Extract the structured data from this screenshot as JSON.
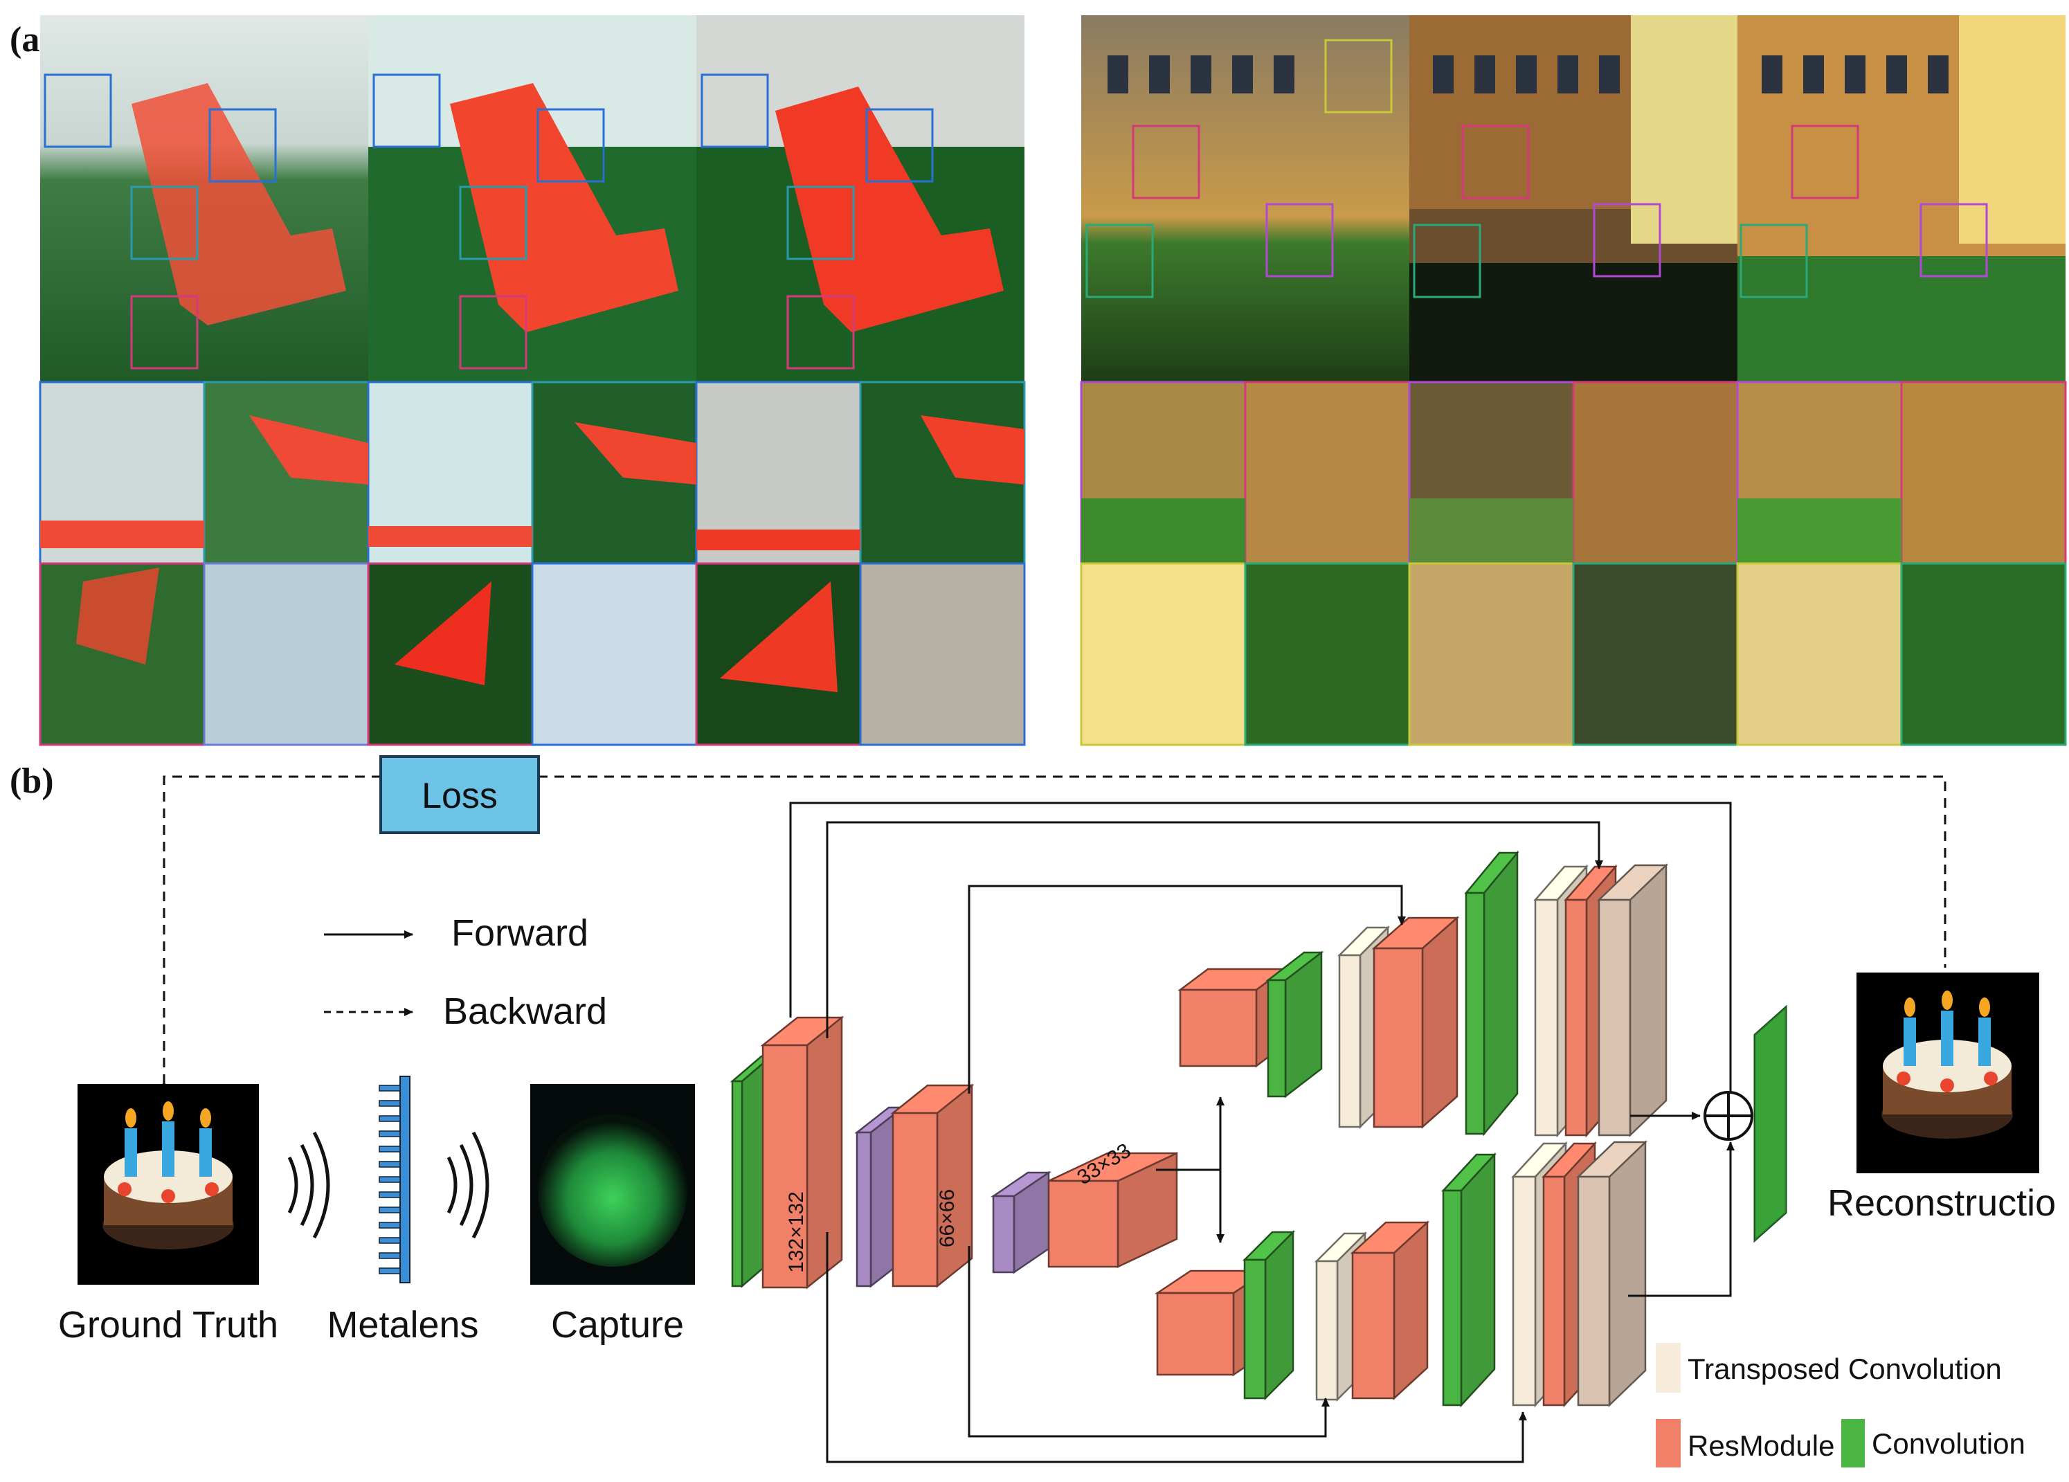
{
  "panel_labels": {
    "a": "(a)",
    "b": "(b)"
  },
  "legend": {
    "forward": "Forward",
    "backward": "Backward",
    "transposed_convolution": "Transposed Convolution",
    "resmodule": "ResModule",
    "convolution": "Convolution"
  },
  "pipeline": {
    "loss": "Loss",
    "ground_truth": "Ground Truth",
    "metalens": "Metalens",
    "capture": "Capture",
    "reconstruction": "Reconstructio"
  },
  "network": {
    "size_132": "132×132",
    "size_66": "66×66",
    "size_33": "33×33"
  },
  "colors": {
    "convolution": "#4bb543",
    "resmodule": "#f08068",
    "transposed": "#f7ecd9",
    "pool": "#a98bc4",
    "beige_block": "#d9c2b0",
    "loss_box": "#6cc3e6",
    "metalens": "#3a8fd6"
  }
}
